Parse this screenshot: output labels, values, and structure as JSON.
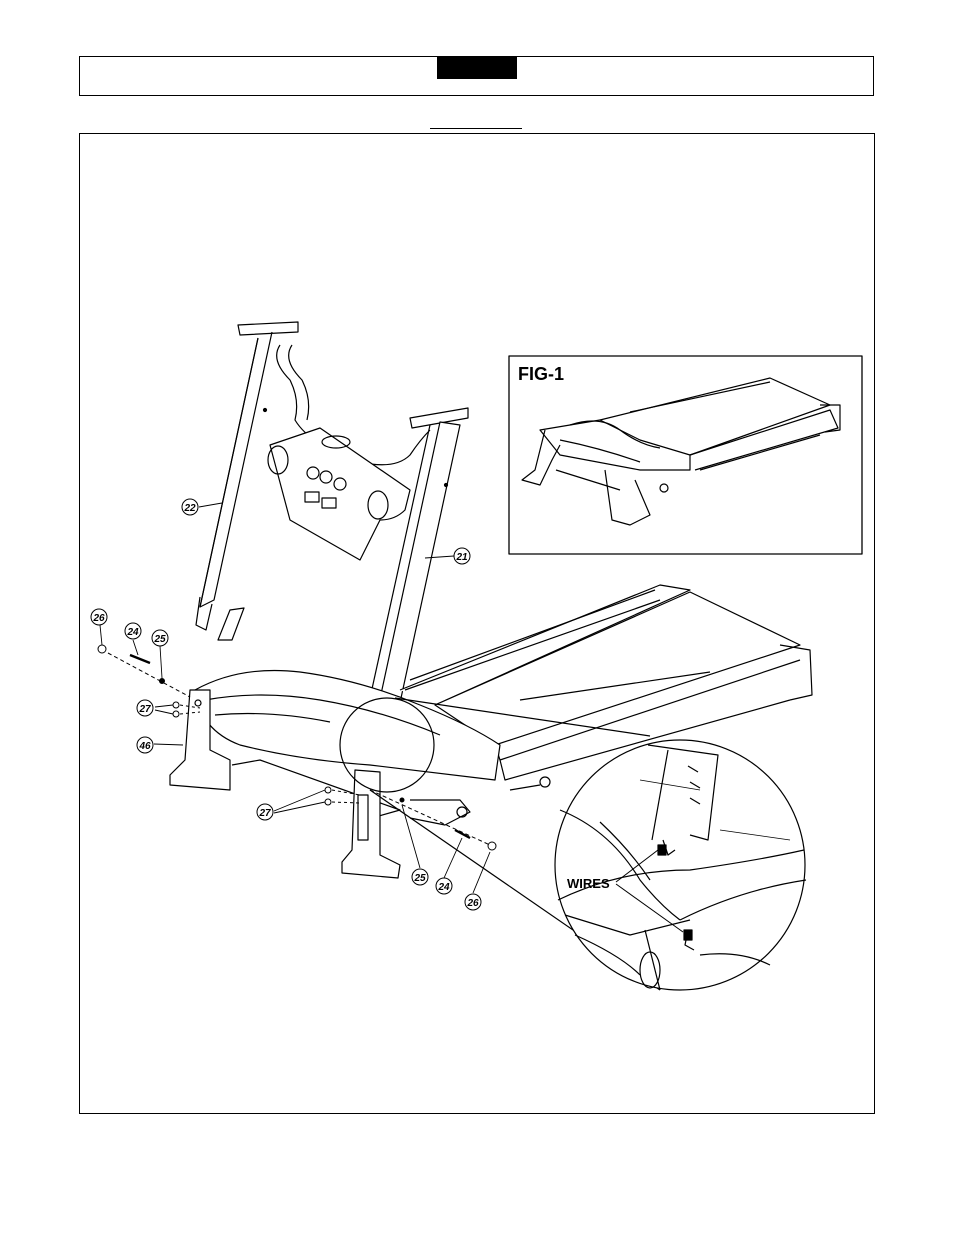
{
  "header": {
    "step_tab": ""
  },
  "figure": {
    "inset_label": "FIG-1",
    "wires_label": "WIRES",
    "callouts": [
      {
        "id": "c22a",
        "text": "22"
      },
      {
        "id": "c21",
        "text": "21"
      },
      {
        "id": "c26a",
        "text": "26"
      },
      {
        "id": "c24a",
        "text": "24"
      },
      {
        "id": "c25a",
        "text": "25"
      },
      {
        "id": "c27a",
        "text": "27"
      },
      {
        "id": "c46",
        "text": "46"
      },
      {
        "id": "c27b",
        "text": "27"
      },
      {
        "id": "c25b",
        "text": "25"
      },
      {
        "id": "c24b",
        "text": "24"
      },
      {
        "id": "c26b",
        "text": "26"
      }
    ]
  }
}
